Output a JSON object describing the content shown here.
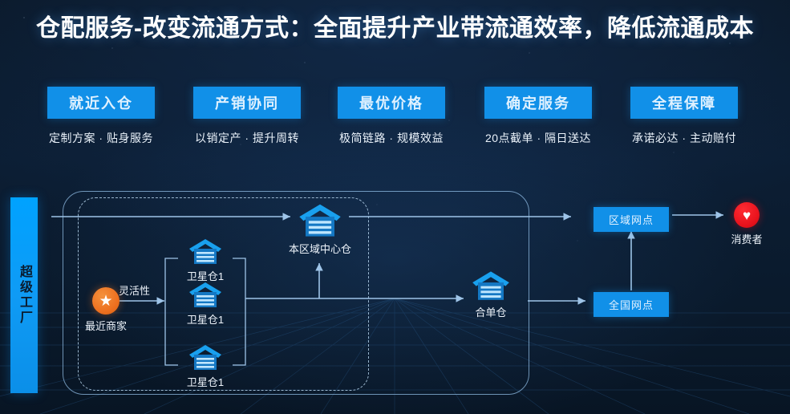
{
  "title": "仓配服务-改变流通方式：全面提升产业带流通效率，降低流通成本",
  "colors": {
    "badge_blue": "#1190e8",
    "bar_blue": "#00a2ff",
    "star_orange": "#ed7020",
    "heart_red": "#e8121c",
    "background": "#0a1828",
    "line": "#9ec4e8"
  },
  "badges": [
    {
      "label": "就近入仓",
      "sub": "定制方案 · 贴身服务"
    },
    {
      "label": "产销协同",
      "sub": "以销定产 · 提升周转"
    },
    {
      "label": "最优价格",
      "sub": "极简链路 · 规模效益"
    },
    {
      "label": "确定服务",
      "sub": "20点截单 · 隔日送达"
    },
    {
      "label": "全程保障",
      "sub": "承诺必达 · 主动赔付"
    }
  ],
  "diagram": {
    "factory_bar": "超级工厂",
    "merchant": {
      "label": "最近商家",
      "icon": "star-icon"
    },
    "flex_label": "灵活性",
    "satellites": [
      {
        "label": "卫星仓1",
        "icon": "warehouse-icon"
      },
      {
        "label": "卫星仓1",
        "icon": "warehouse-icon"
      },
      {
        "label": "卫星仓1",
        "icon": "warehouse-icon"
      }
    ],
    "regional_center": {
      "label": "本区域中心仓",
      "icon": "warehouse-icon"
    },
    "consolidation": {
      "label": "合单仓",
      "icon": "warehouse-icon"
    },
    "regional_node": "区域网点",
    "national_node": "全国网点",
    "consumer": {
      "label": "消费者",
      "icon": "heart-icon"
    }
  }
}
